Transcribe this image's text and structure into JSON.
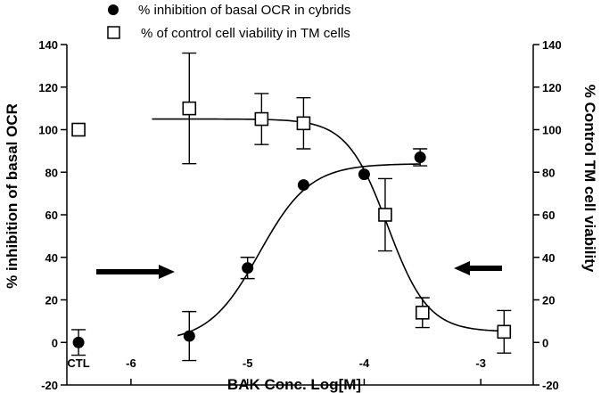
{
  "chart_data": {
    "type": "scatter",
    "xlabel": "BAK Conc. Log[M]",
    "ylabel_left": "% inhibition of basal OCR",
    "ylabel_right": "% Control TM cell viability",
    "xlim": [
      -6.55,
      -2.55
    ],
    "ylim": [
      -20,
      140
    ],
    "x_ticks": [
      {
        "value": -6,
        "label": "-6"
      },
      {
        "value": -5,
        "label": "-5"
      },
      {
        "value": -4,
        "label": "-4"
      },
      {
        "value": -3,
        "label": "-3"
      }
    ],
    "y_ticks": [
      -20,
      0,
      20,
      40,
      60,
      80,
      100,
      120,
      140
    ],
    "y_tick_labels": [
      "-20",
      "0",
      "20",
      "40",
      "60",
      "80",
      "100",
      "120",
      "140"
    ],
    "ctl_label": "CTL",
    "ctl_x": -6.45,
    "series": [
      {
        "name": "% inhibition of basal OCR in cybrids",
        "marker": "filled-circle",
        "axis": "left",
        "ctl": {
          "y": 0,
          "err": 6
        },
        "points": [
          {
            "x": -5.5,
            "y": 3,
            "err": 11.5
          },
          {
            "x": -5.0,
            "y": 35,
            "err": 5
          },
          {
            "x": -4.52,
            "y": 74,
            "err": 0
          },
          {
            "x": -4.0,
            "y": 79,
            "err": 0
          },
          {
            "x": -3.52,
            "y": 87,
            "err": 4
          }
        ],
        "fit": {
          "bottom": 0,
          "top": 84,
          "log_ic50": -4.9,
          "hill": 2.0,
          "x_from": -5.6,
          "x_to": -3.52
        }
      },
      {
        "name": "% of control cell viability in TM cells",
        "marker": "open-square",
        "axis": "right",
        "ctl": {
          "y": 100,
          "err": 0
        },
        "points": [
          {
            "x": -5.5,
            "y": 110,
            "err": 26
          },
          {
            "x": -4.88,
            "y": 105,
            "err": 12
          },
          {
            "x": -4.52,
            "y": 103,
            "err": 12
          },
          {
            "x": -3.82,
            "y": 60,
            "err": 17
          },
          {
            "x": -3.5,
            "y": 14,
            "err": 7
          },
          {
            "x": -2.8,
            "y": 5,
            "err": 10
          }
        ],
        "fit": {
          "bottom": 5,
          "top": 105,
          "log_ic50": -3.8,
          "hill": -2.5,
          "x_from": -5.82,
          "x_to": -2.8
        }
      }
    ],
    "legend_position": "top",
    "arrows": [
      {
        "direction": "right",
        "points_to_axis": "left"
      },
      {
        "direction": "left",
        "points_to_axis": "right"
      }
    ],
    "grid": false
  }
}
